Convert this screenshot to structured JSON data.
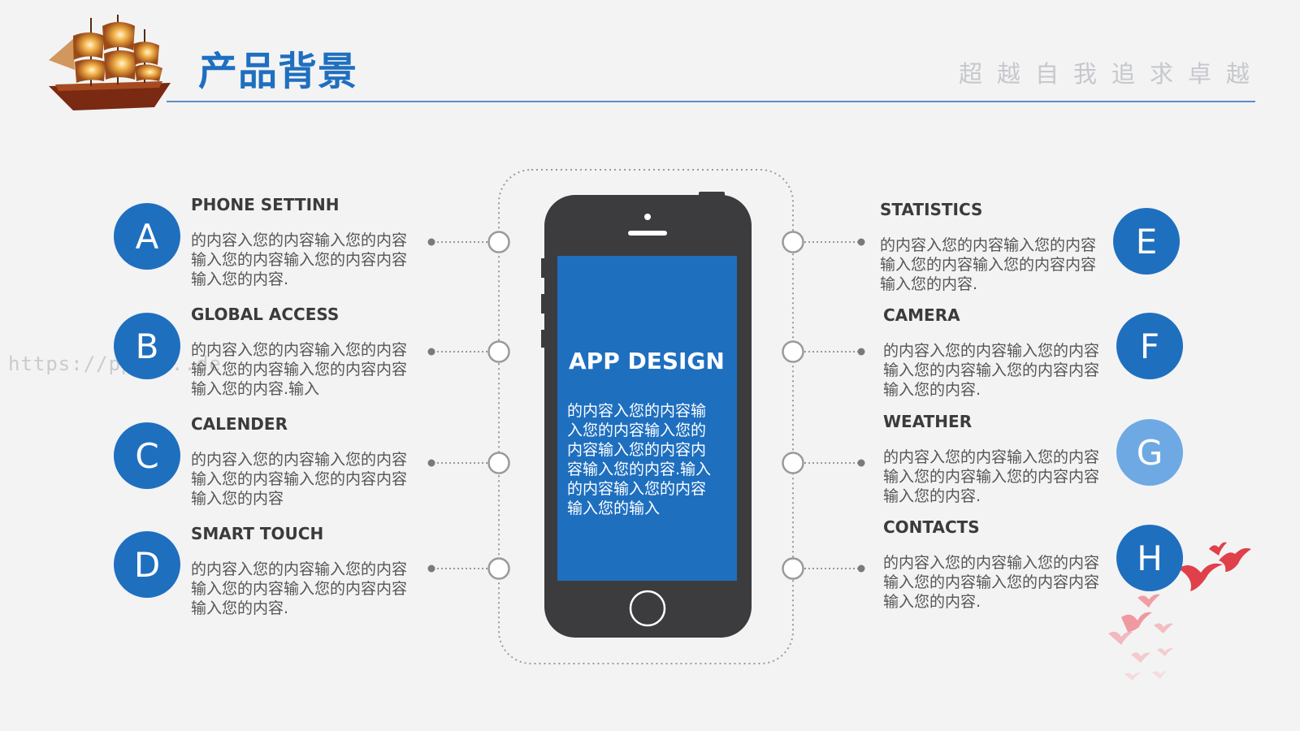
{
  "header": {
    "title": "产品背景",
    "slogan": "超越自我追求卓越"
  },
  "watermark": "https://ppt....de",
  "phone": {
    "title": "APP DESIGN",
    "body": "的内容入您的内容输入您的内容输入您的内容输入您的内容内容输入您的内容.输入的内容输入您的内容输入您的输入"
  },
  "items": [
    {
      "letter": "A",
      "title": "PHONE SETTINH",
      "body": "的内容入您的内容输入您的内容输入您的内容输入您的内容内容输入您的内容."
    },
    {
      "letter": "B",
      "title": "GLOBAL ACCESS",
      "body": "的内容入您的内容输入您的内容输入您的内容输入您的内容内容输入您的内容.输入"
    },
    {
      "letter": "C",
      "title": "CALENDER",
      "body": "的内容入您的内容输入您的内容输入您的内容输入您的内容内容输入您的内容"
    },
    {
      "letter": "D",
      "title": "SMART TOUCH",
      "body": "的内容入您的内容输入您的内容输入您的内容输入您的内容内容输入您的内容."
    },
    {
      "letter": "E",
      "title": "STATISTICS",
      "body": "的内容入您的内容输入您的内容输入您的内容输入您的内容内容输入您的内容."
    },
    {
      "letter": "F",
      "title": "CAMERA",
      "body": "的内容入您的内容输入您的内容输入您的内容输入您的内容内容输入您的内容."
    },
    {
      "letter": "G",
      "title": "WEATHER",
      "body": "的内容入您的内容输入您的内容输入您的内容输入您的内容内容输入您的内容."
    },
    {
      "letter": "H",
      "title": "CONTACTS",
      "body": "的内容入您的内容输入您的内容输入您的内容输入您的内容内容输入您的内容."
    }
  ],
  "icons": [
    "ship-icon",
    "smartphone-icon",
    "birds-icon"
  ],
  "colors": {
    "accent": "#1f6fbf",
    "accent_light": "#6ea9e4",
    "phone_body": "#3c3c3e",
    "screen": "#1f6fbf",
    "birds": "#e0404a"
  }
}
